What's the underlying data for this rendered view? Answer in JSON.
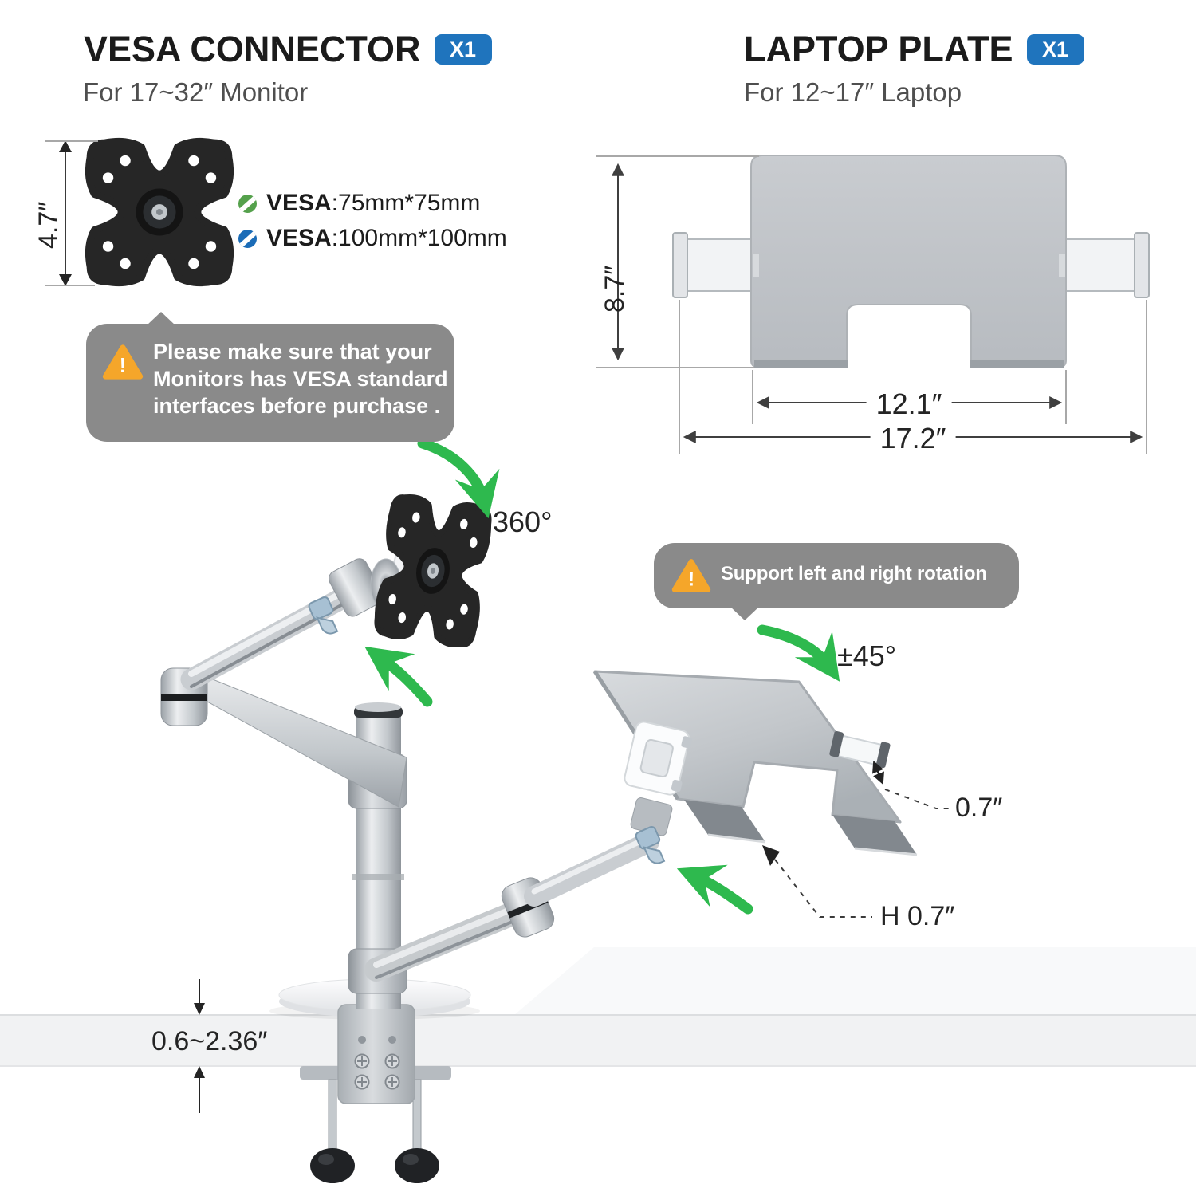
{
  "left_section": {
    "title": "VESA CONNECTOR",
    "badge": "X1",
    "subtitle": "For 17~32″ Monitor",
    "height_dim": "4.7″",
    "specs": [
      {
        "label": "VESA",
        "value": ":75mm*75mm",
        "dot_color": "#55a14c"
      },
      {
        "label": "VESA",
        "value": ":100mm*100mm",
        "dot_color": "#1b6cb7"
      }
    ],
    "note_lines": [
      "Please make sure that your",
      "Monitors has VESA standard",
      "interfaces before purchase ."
    ]
  },
  "right_section": {
    "title": "LAPTOP PLATE",
    "badge": "X1",
    "subtitle": "For 12~17″ Laptop",
    "height_dim": "8.7″",
    "inner_width_dim": "12.1″",
    "outer_width_dim": "17.2″"
  },
  "product": {
    "monitor_rotation": "360°",
    "laptop_rotation": "±45°",
    "note": "Support left and right rotation",
    "clip_depth": "0.7″",
    "lip_height": "H 0.7″",
    "clamp_range": "0.6~2.36″"
  },
  "colors": {
    "badge_blue": "#1f74bd",
    "bubble_gray": "#8a8a8a",
    "warning_orange": "#f5a62a",
    "arrow_green": "#2eb94e"
  }
}
